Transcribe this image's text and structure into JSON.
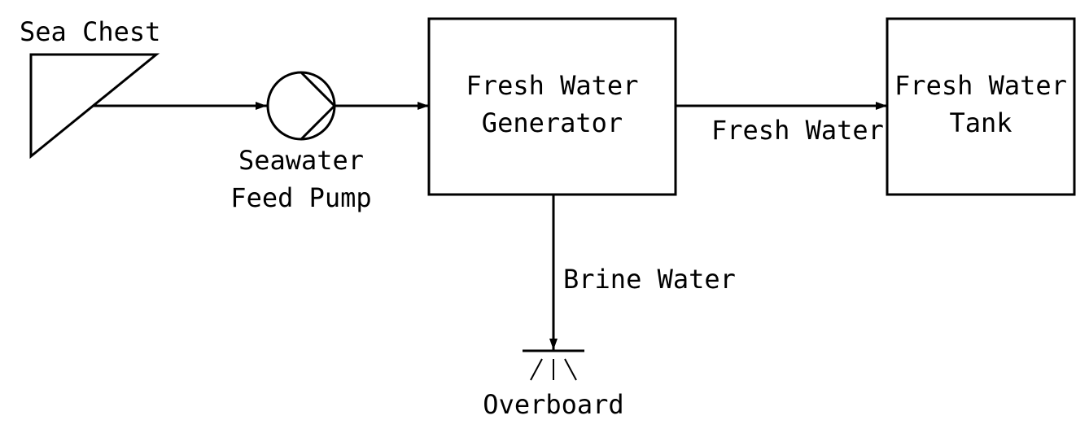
{
  "diagram": {
    "colors": {
      "stroke": "#000000",
      "background": "#ffffff"
    },
    "nodes": {
      "sea_chest": {
        "label": "Sea Chest"
      },
      "pump": {
        "label_line1": "Seawater",
        "label_line2": "Feed Pump"
      },
      "generator": {
        "label_line1": "Fresh Water",
        "label_line2": "Generator"
      },
      "tank": {
        "label_line1": "Fresh Water",
        "label_line2": "Tank"
      },
      "overboard": {
        "label": "Overboard"
      }
    },
    "edges": {
      "fresh_water": {
        "label": "Fresh Water"
      },
      "brine_water": {
        "label": "Brine Water"
      }
    }
  }
}
